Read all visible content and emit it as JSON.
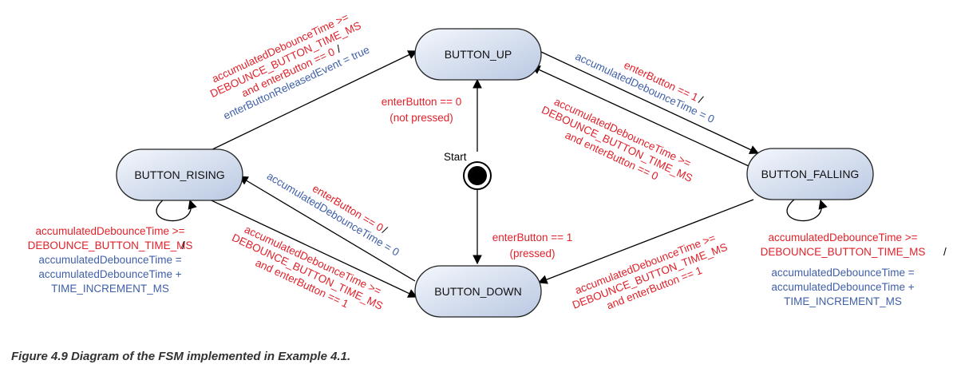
{
  "states": {
    "up": "BUTTON_UP",
    "rising": "BUTTON_RISING",
    "falling": "BUTTON_FALLING",
    "down": "BUTTON_DOWN"
  },
  "start_label": "Start",
  "transitions": {
    "start_to_up": [
      "enterButton == 0",
      "(not pressed)"
    ],
    "start_to_down": [
      "enterButton == 1",
      "(pressed)"
    ],
    "up_to_falling": {
      "cond": "enterButton == 1",
      "sep": "/",
      "action": "accumulatedDebounceTime = 0"
    },
    "falling_to_up": [
      "accumulatedDebounceTime >=",
      "DEBOUNCE_BUTTON_TIME_MS",
      "and enterButton == 0"
    ],
    "down_to_rising": {
      "cond": "enterButton == 0",
      "sep": "/",
      "action": "accumulatedDebounceTime = 0"
    },
    "rising_to_down": [
      "accumulatedDebounceTime >=",
      "DEBOUNCE_BUTTON_TIME_MS",
      "and enterButton == 1"
    ],
    "rising_to_up": {
      "cond": [
        "accumulatedDebounceTime >=",
        "DEBOUNCE_BUTTON_TIME_MS",
        "and enterButton == 0"
      ],
      "sep": "/",
      "action": "enterButtonReleasedEvent = true"
    },
    "falling_to_down": [
      "accumulatedDebounceTime >=",
      "DEBOUNCE_BUTTON_TIME_MS",
      "and enterButton == 1"
    ],
    "rising_self": {
      "cond": [
        "accumulatedDebounceTime >=",
        "DEBOUNCE_BUTTON_TIME_MS"
      ],
      "sep": "/",
      "action": [
        "accumulatedDebounceTime =",
        "accumulatedDebounceTime +",
        "TIME_INCREMENT_MS"
      ]
    },
    "falling_self": {
      "cond": [
        "accumulatedDebounceTime >=",
        "DEBOUNCE_BUTTON_TIME_MS"
      ],
      "sep": "/",
      "action": [
        "accumulatedDebounceTime =",
        "accumulatedDebounceTime +",
        "TIME_INCREMENT_MS"
      ]
    }
  },
  "caption": "Figure 4.9 Diagram of the FSM implemented in Example 4.1.",
  "colors": {
    "condition": "#e0212a",
    "action": "#3f5fa8",
    "state_fill_top": "#f4f7fc",
    "state_fill_bottom": "#b9c8e2"
  }
}
